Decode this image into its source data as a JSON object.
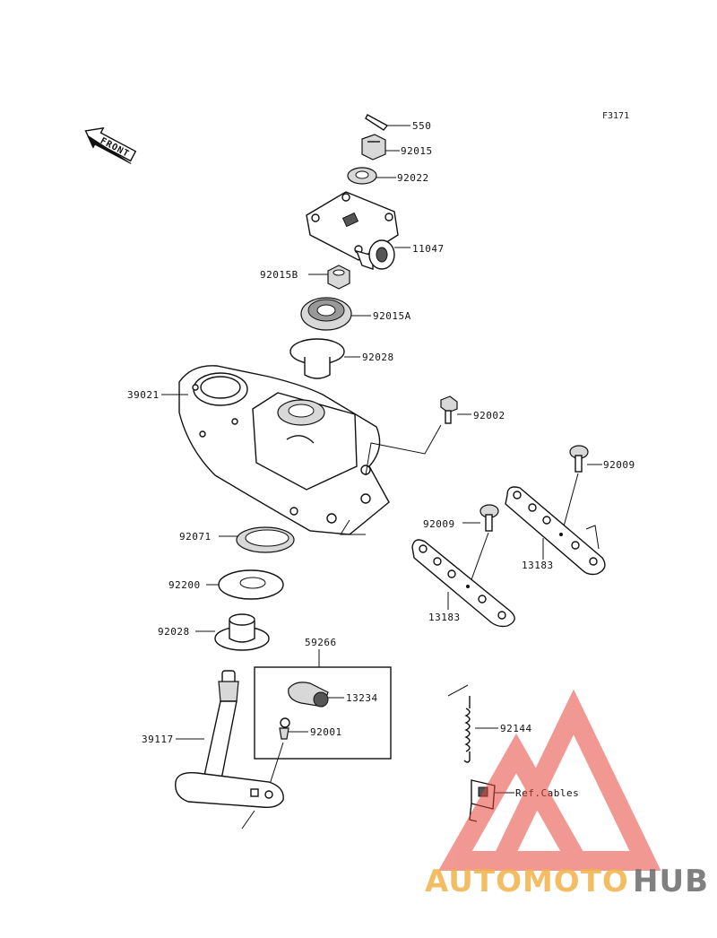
{
  "figure": {
    "number": "F3171"
  },
  "front_arrow": {
    "label": "FRONT"
  },
  "labels": [
    {
      "id": "550",
      "text": "550"
    },
    {
      "id": "92015",
      "text": "92015"
    },
    {
      "id": "92022",
      "text": "92022"
    },
    {
      "id": "11047",
      "text": "11047"
    },
    {
      "id": "92015B",
      "text": "92015B"
    },
    {
      "id": "92015A",
      "text": "92015A"
    },
    {
      "id": "92028_top",
      "text": "92028"
    },
    {
      "id": "39021",
      "text": "39021"
    },
    {
      "id": "92002",
      "text": "92002"
    },
    {
      "id": "92009_right",
      "text": "92009"
    },
    {
      "id": "92009_mid",
      "text": "92009"
    },
    {
      "id": "13183_right",
      "text": "13183"
    },
    {
      "id": "13183_left",
      "text": "13183"
    },
    {
      "id": "92071",
      "text": "92071"
    },
    {
      "id": "92200",
      "text": "92200"
    },
    {
      "id": "92028_bottom",
      "text": "92028"
    },
    {
      "id": "59266",
      "text": "59266"
    },
    {
      "id": "13234",
      "text": "13234"
    },
    {
      "id": "92001",
      "text": "92001"
    },
    {
      "id": "39117",
      "text": "39117"
    },
    {
      "id": "92144",
      "text": "92144"
    },
    {
      "id": "ref_cables",
      "text": "Ref.Cables"
    }
  ],
  "watermark": {
    "part1": "AUTOMOTO",
    "part2": "HUB",
    "color1": "#f2b24a",
    "color2": "#6a6a6a",
    "triangle_color": "#e8453c"
  }
}
